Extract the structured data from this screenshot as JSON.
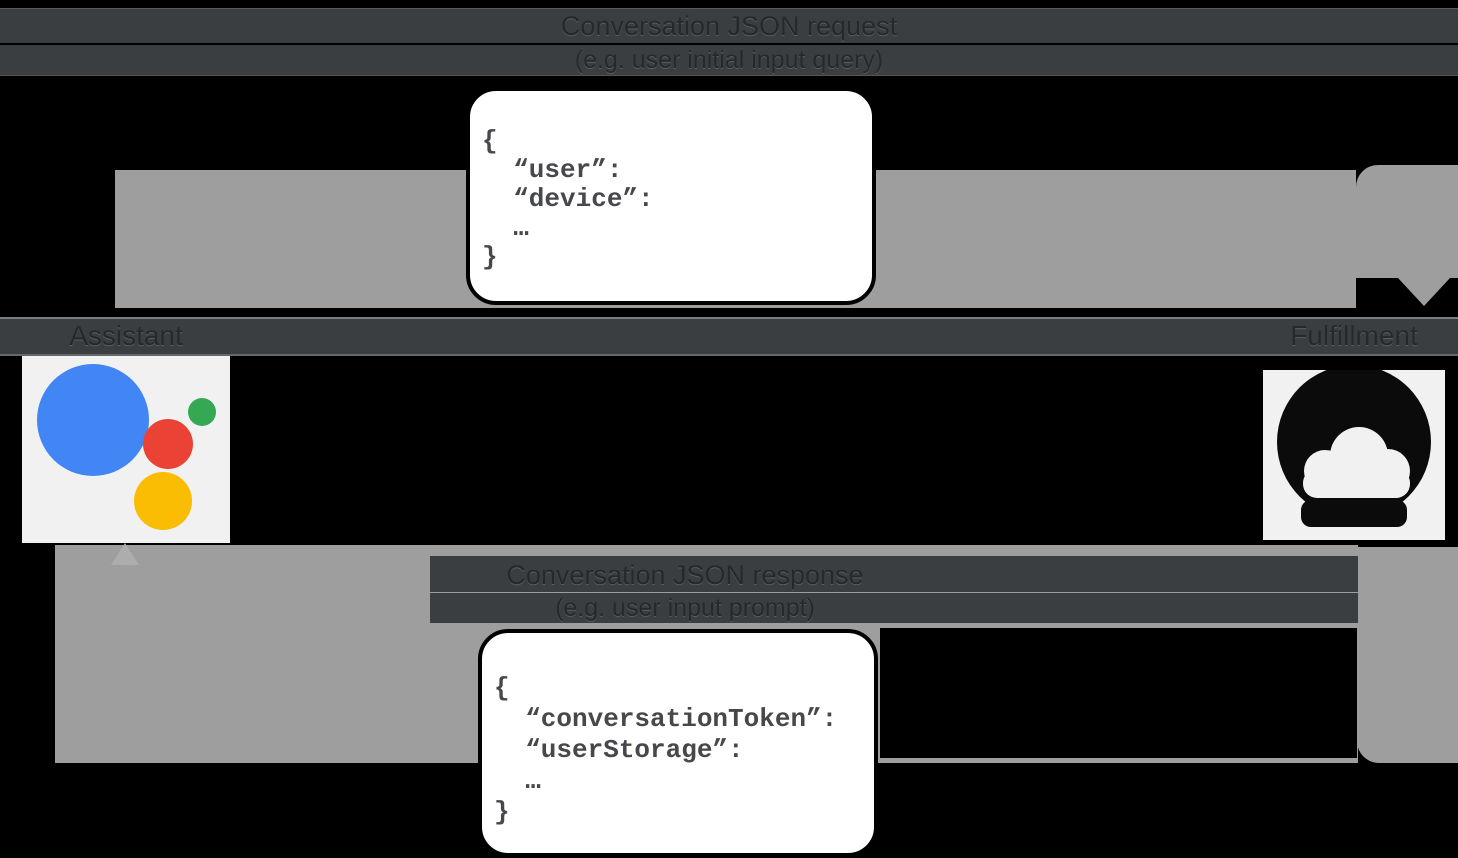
{
  "labels": {
    "request_line1": "Conversation JSON request",
    "request_line2": "(e.g. user initial input query)",
    "response_line1": "Conversation JSON response",
    "response_line2": "(e.g. user input prompt)",
    "left_entity": "Assistant",
    "right_entity": "Fulfillment"
  },
  "code": {
    "request": "{\n  “user”:\n  “device”:\n  …\n}",
    "response": "{\n  “conversationToken”:\n  “userStorage”:\n  …\n}"
  },
  "icons": {
    "left": "google-assistant-logo",
    "right": "cloud-icon",
    "request_arrow": "arrow-right-down",
    "response_arrow": "arrow-left-up"
  },
  "colors": {
    "arrow": "#9e9e9e",
    "band": "#3b3e41",
    "tile": "#f1f1f1",
    "code-box": "#ffffff",
    "code-text": "#46484b",
    "g-blue": "#4285f4",
    "g-green": "#34a853",
    "g-red": "#ea4335",
    "g-yellow": "#fbbc04"
  }
}
